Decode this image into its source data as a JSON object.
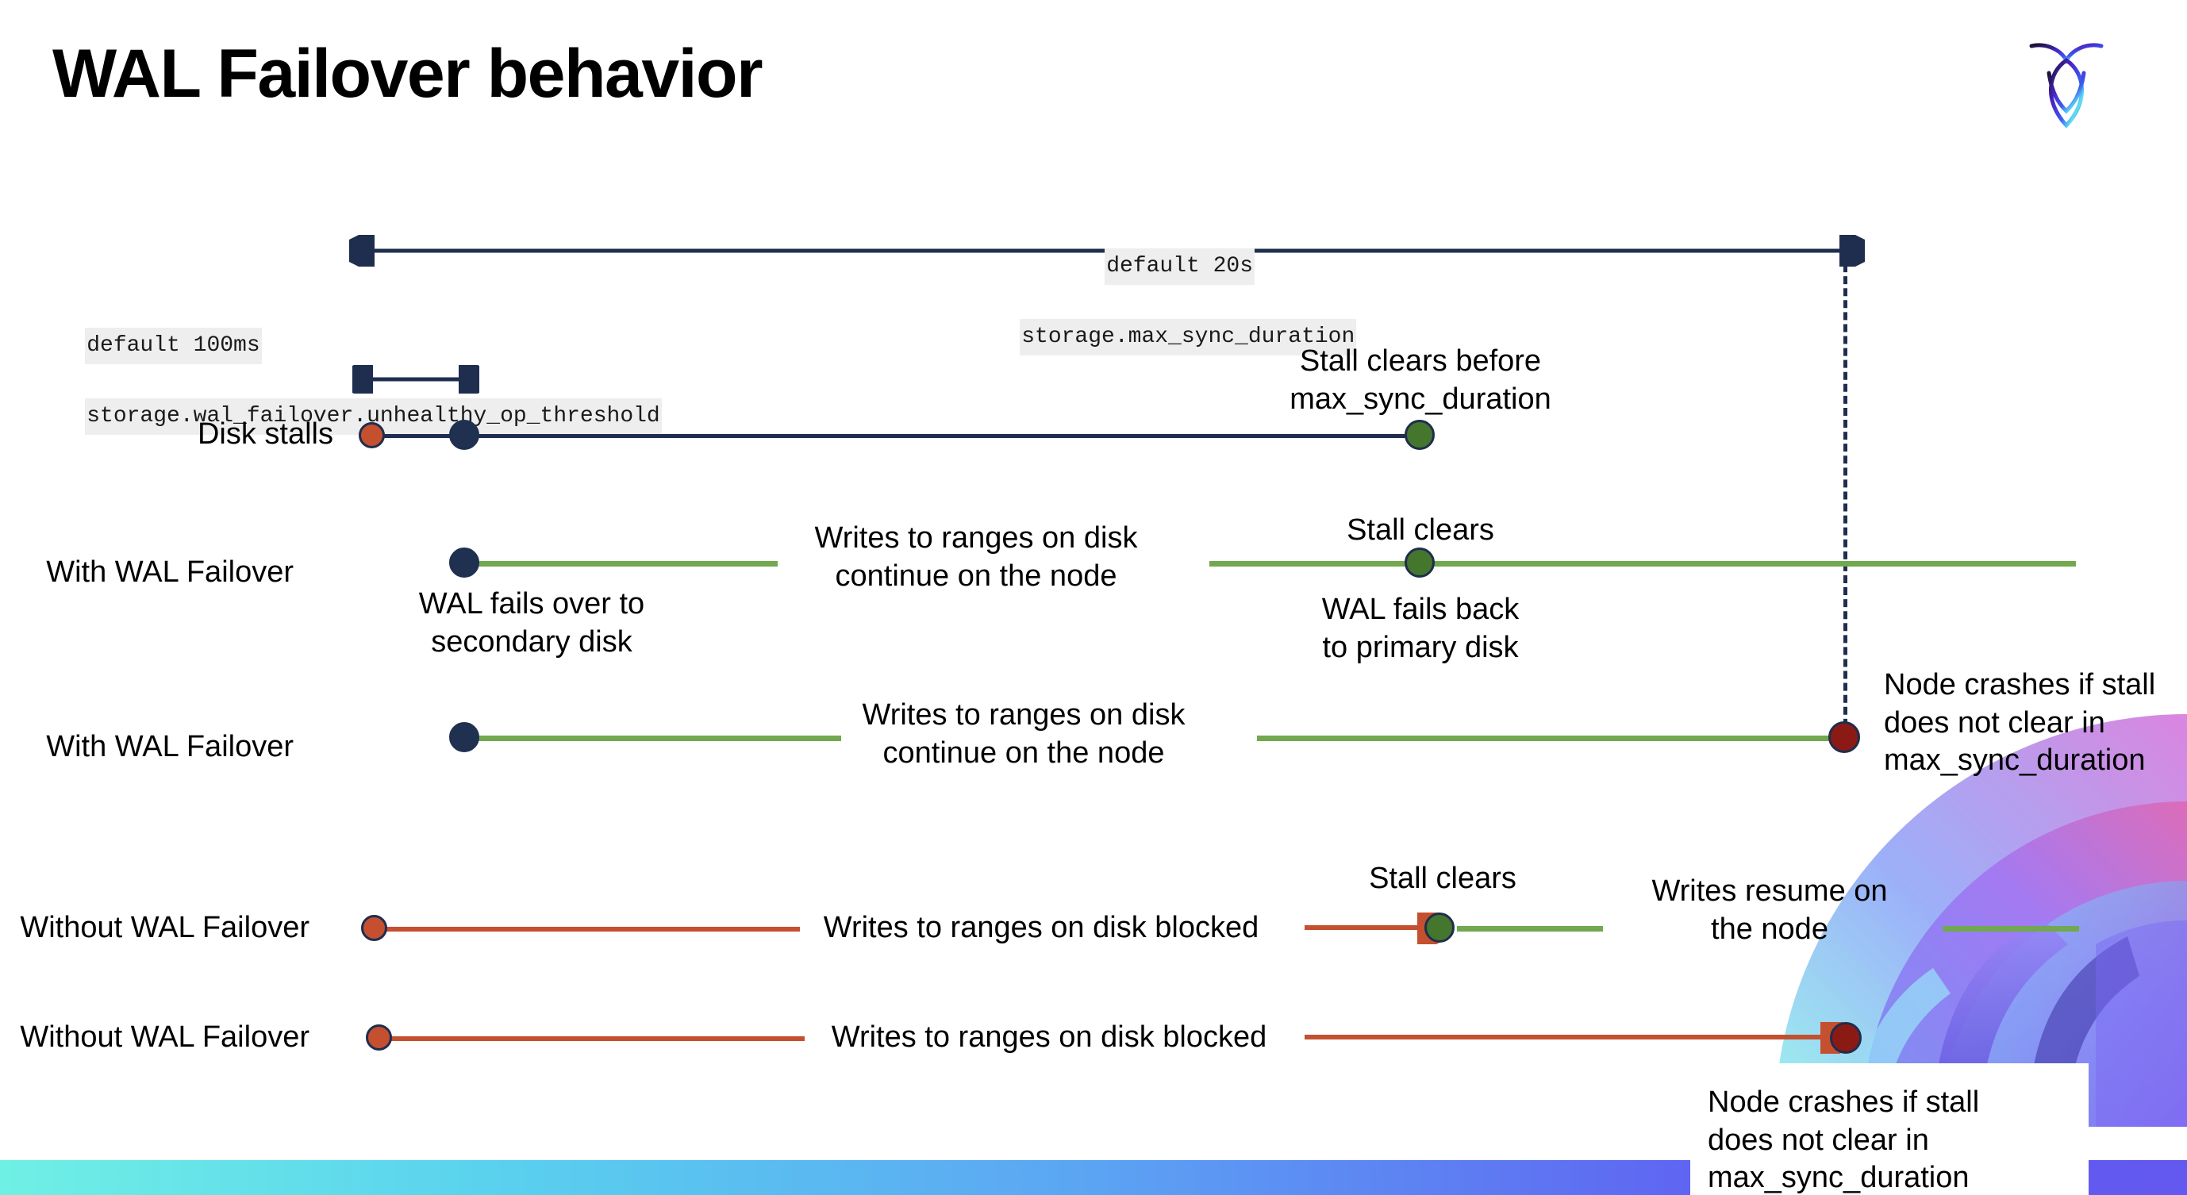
{
  "slide": {
    "title": "WAL Failover behavior",
    "logo_name": "cockroachdb-logo"
  },
  "settings": {
    "max_sync": {
      "default_line": "default 20s",
      "setting_line": "storage.max_sync_duration"
    },
    "unhealthy_op": {
      "default_line": "default 100ms",
      "setting_line": "storage.wal_failover.unhealthy_op_threshold"
    }
  },
  "rows": [
    {
      "label": "Disk stalls"
    },
    {
      "label": "With WAL Failover"
    },
    {
      "label": "With WAL Failover"
    },
    {
      "label": "Without WAL Failover"
    },
    {
      "label": "Without WAL Failover"
    }
  ],
  "annotations": {
    "stall_clears_before": "Stall clears before\nmax_sync_duration",
    "stall_clears_before_l1": "Stall clears before",
    "stall_clears_before_l2": "max_sync_duration",
    "writes_continue_l1": "Writes to ranges on disk",
    "writes_continue_l2": "continue on the node",
    "stall_clears": "Stall clears",
    "wal_fails_over_l1": "WAL fails over to",
    "wal_fails_over_l2": "secondary disk",
    "wal_fails_back_l1": "WAL fails  back",
    "wal_fails_back_l2": "to primary disk",
    "node_crashes_l1": "Node crashes if stall",
    "node_crashes_l2": "does not clear in",
    "node_crashes_l3": "max_sync_duration",
    "writes_blocked": "Writes to ranges on disk  blocked",
    "writes_resume_l1": "Writes resume on",
    "writes_resume_l2": "the node"
  },
  "colors": {
    "navy": "#1f2d4e",
    "green_line": "#72a84f",
    "green_dot": "#44762e",
    "orange": "#c4502f",
    "red_dot": "#8b1a15",
    "code_bg": "#eeeeee"
  }
}
